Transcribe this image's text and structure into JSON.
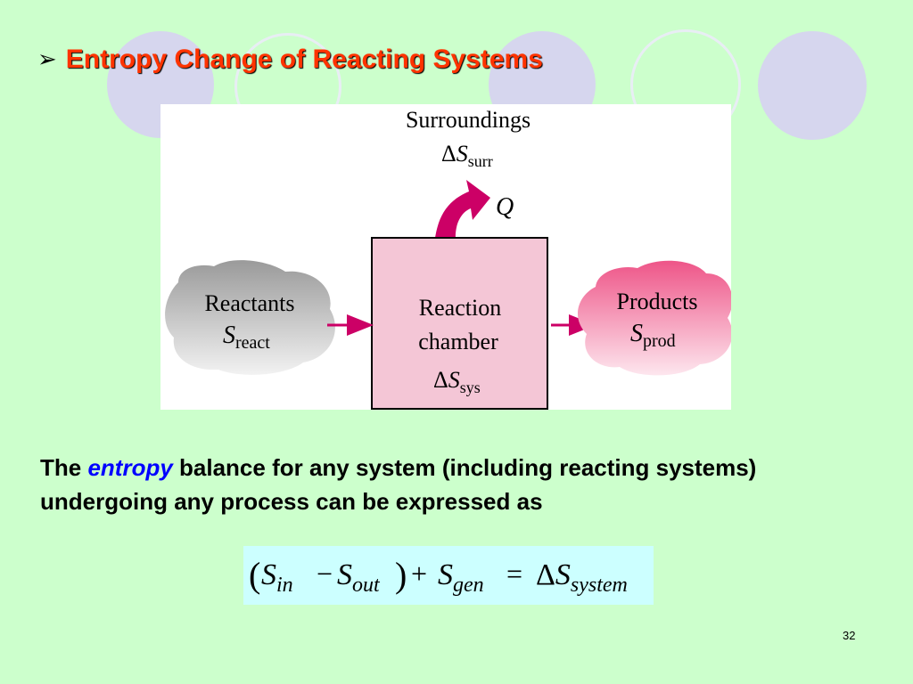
{
  "slide": {
    "bullet": "➢",
    "title": "Entropy Change of Reacting Systems",
    "page_number": "32"
  },
  "diagram": {
    "surroundings_label": "Surroundings",
    "delta_symbol": "Δ",
    "S_symbol": "S",
    "surr_subscript": "surr",
    "heat_label": "Q",
    "chamber_line1": "Reaction",
    "chamber_line2": "chamber",
    "sys_subscript": "sys",
    "reactants_label": "Reactants",
    "react_subscript": "react",
    "products_label": "Products",
    "prod_subscript": "prod"
  },
  "body": {
    "text_before": "The ",
    "emphasis": "entropy",
    "text_after": " balance for any system (including reacting systems) undergoing any process can be expressed as"
  },
  "equation": {
    "open_paren": "(",
    "close_paren": ")",
    "S": "S",
    "sub_in": "in",
    "minus": "−",
    "sub_out": "out",
    "plus": "+",
    "sub_gen": "gen",
    "equals": "=",
    "delta": "Δ",
    "sub_system": "system"
  },
  "colors": {
    "background": "#ccffcc",
    "title": "#ff3300",
    "emphasis": "#0000ff",
    "chamber_fill": "#f4c6d6",
    "arrow": "#cc0066",
    "equation_bg": "#ccffff"
  }
}
